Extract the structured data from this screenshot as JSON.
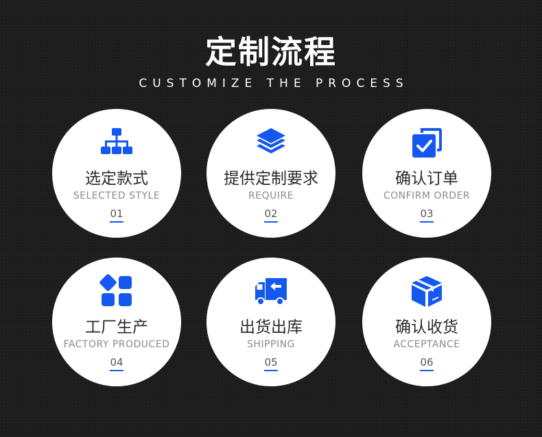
{
  "header": {
    "title": "定制流程",
    "subtitle": "CUSTOMIZE THE PROCESS"
  },
  "colors": {
    "accent": "#1558f0",
    "background": "#1c1c1c",
    "circle": "#ffffff"
  },
  "steps": [
    {
      "icon": "hierarchy-icon",
      "cn": "选定款式",
      "en": "SELECTED STYLE",
      "num": "01"
    },
    {
      "icon": "layers-icon",
      "cn": "提供定制要求",
      "en": "REQUIRE",
      "num": "02"
    },
    {
      "icon": "checkbox-stack-icon",
      "cn": "确认订单",
      "en": "CONFIRM ORDER",
      "num": "03"
    },
    {
      "icon": "grid-blocks-icon",
      "cn": "工厂生产",
      "en": "FACTORY PRODUCED",
      "num": "04"
    },
    {
      "icon": "delivery-truck-icon",
      "cn": "出货出库",
      "en": "SHIPPING",
      "num": "05"
    },
    {
      "icon": "package-box-icon",
      "cn": "确认收货",
      "en": "ACCEPTANCE",
      "num": "06"
    }
  ]
}
